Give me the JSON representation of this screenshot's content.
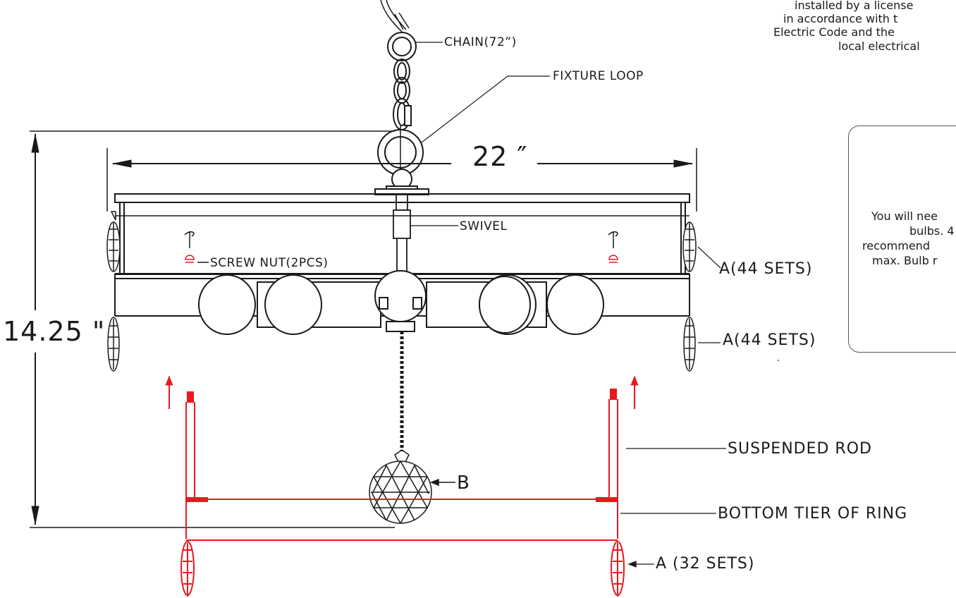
{
  "top_note": [
    "installed by a license",
    "in accordance with t",
    "Electric Code and the",
    "local electrical"
  ],
  "bulb_note": [
    "You will nee",
    "bulbs. 4",
    "recommend",
    "max. Bulb r"
  ],
  "labels": {
    "chain": "CHAIN(72”)",
    "fixture_loop": "FIXTURE LOOP",
    "swivel": "SWIVEL",
    "screw_nut": "SCREW NUT(2PCS)",
    "a_upper": "A(44 SETS)",
    "a_lower": "A(44 SETS)",
    "a_bottom": "A (32 SETS)",
    "b": "B",
    "suspended_rod": "SUSPENDED ROD",
    "bottom_tier": "BOTTOM TIER OF RING"
  },
  "dimensions": {
    "width": "22 ″",
    "height": "14.25 \""
  },
  "colors": {
    "line": "#1a1a1a",
    "accent": "#e8191e"
  }
}
